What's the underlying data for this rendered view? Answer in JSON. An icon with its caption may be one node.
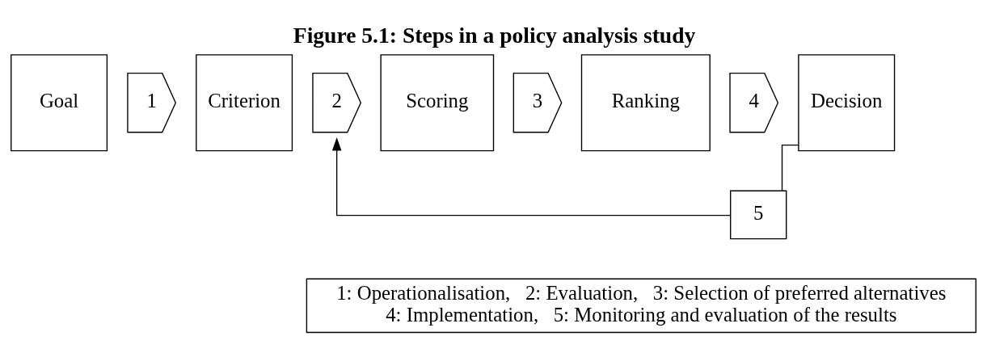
{
  "diagram": {
    "title": "Figure 5.1: Steps in a policy analysis study",
    "nodes": [
      {
        "text": [
          "Goal"
        ]
      },
      {
        "text": [
          "1"
        ]
      },
      {
        "text": [
          "Criterion"
        ]
      },
      {
        "text": [
          "2"
        ]
      },
      {
        "text": [
          "Scoring"
        ]
      },
      {
        "text": [
          "3"
        ]
      },
      {
        "text": [
          "Ranking"
        ]
      },
      {
        "text": [
          "4"
        ]
      },
      {
        "text": [
          "Decision"
        ]
      },
      {
        "text": [
          "5"
        ]
      },
      {
        "text": [
          "1: Operationalisation,   2: Evaluation,   3: Selection of preferred alternatives",
          "4: Implementation,   5: Monitoring and evaluation of the results"
        ]
      }
    ],
    "edges": [
      {
        "from": 8,
        "to": 9,
        "arrow": "none"
      },
      {
        "from": 9,
        "to": 3,
        "arrow": "to"
      }
    ]
  }
}
